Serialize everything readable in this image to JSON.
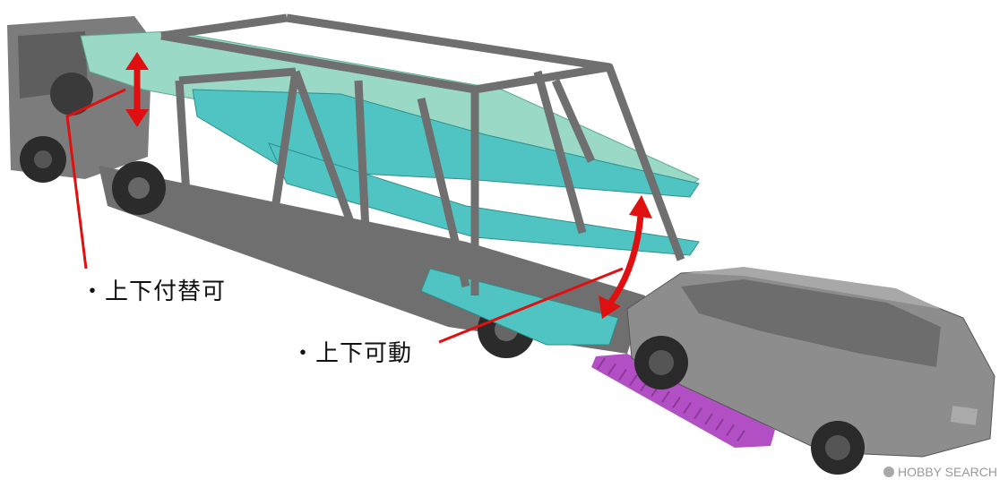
{
  "annotations": [
    {
      "id": "swap",
      "text": "・上下付替可"
    },
    {
      "id": "move",
      "text": "・上下可動"
    }
  ],
  "watermark": {
    "text": "HOBBY SEARCH"
  },
  "colors": {
    "truck_body": "#7c7c7c",
    "frame": "#6f6f6f",
    "deck_upper": "#9ad9c6",
    "deck_lower": "#4fc4c2",
    "ramp": "#b24fc4",
    "car_body": "#8d8d8d",
    "arrow": "#e01010",
    "leader": "#e01010"
  }
}
